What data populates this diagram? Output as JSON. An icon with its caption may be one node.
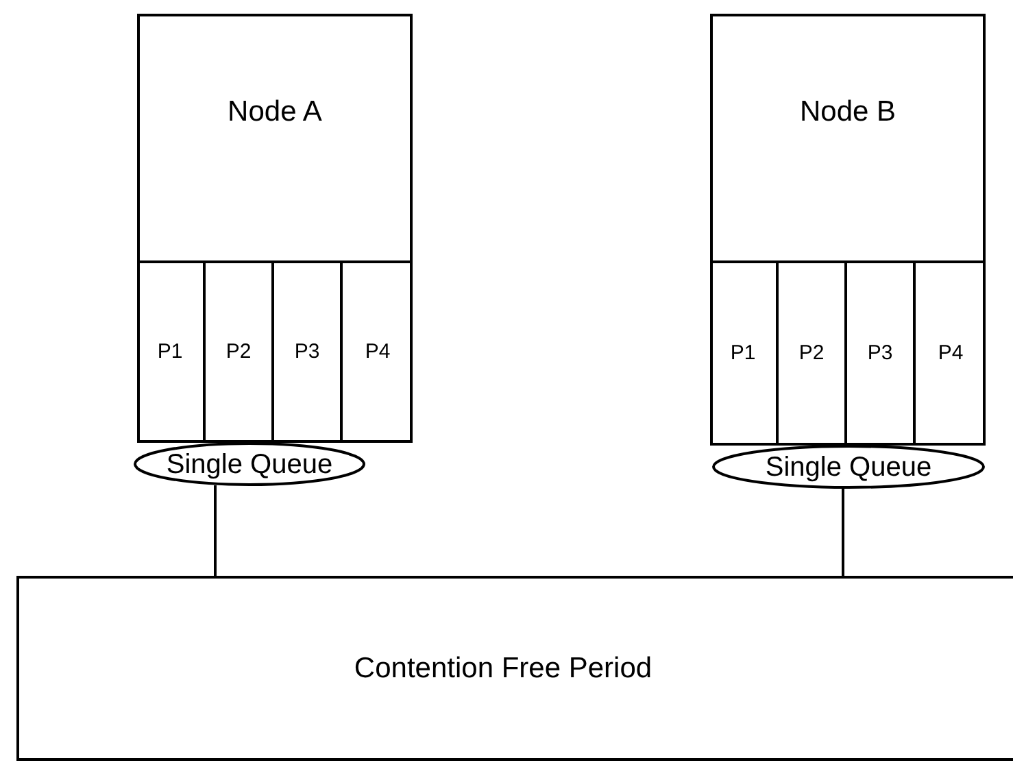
{
  "diagram": {
    "nodes": [
      {
        "text": [
          "Node A"
        ]
      },
      {
        "text": [
          "P1"
        ],
        "in": 0
      },
      {
        "text": [
          "P2"
        ],
        "in": 0
      },
      {
        "text": [
          "P3"
        ],
        "in": 0
      },
      {
        "text": [
          "P4"
        ],
        "in": 0
      },
      {
        "text": [
          "Single Queue"
        ]
      },
      {
        "text": [
          "Node B"
        ]
      },
      {
        "text": [
          "P1"
        ],
        "in": 6
      },
      {
        "text": [
          "P2"
        ],
        "in": 6
      },
      {
        "text": [
          "P3"
        ],
        "in": 6
      },
      {
        "text": [
          "P4"
        ],
        "in": 6
      },
      {
        "text": [
          "Single Queue"
        ]
      },
      {
        "text": [
          "Contention Free Period"
        ]
      }
    ],
    "edges": [
      {
        "from": 5,
        "to": 12,
        "arrow": "none"
      },
      {
        "from": 11,
        "to": 12,
        "arrow": "none"
      }
    ]
  }
}
